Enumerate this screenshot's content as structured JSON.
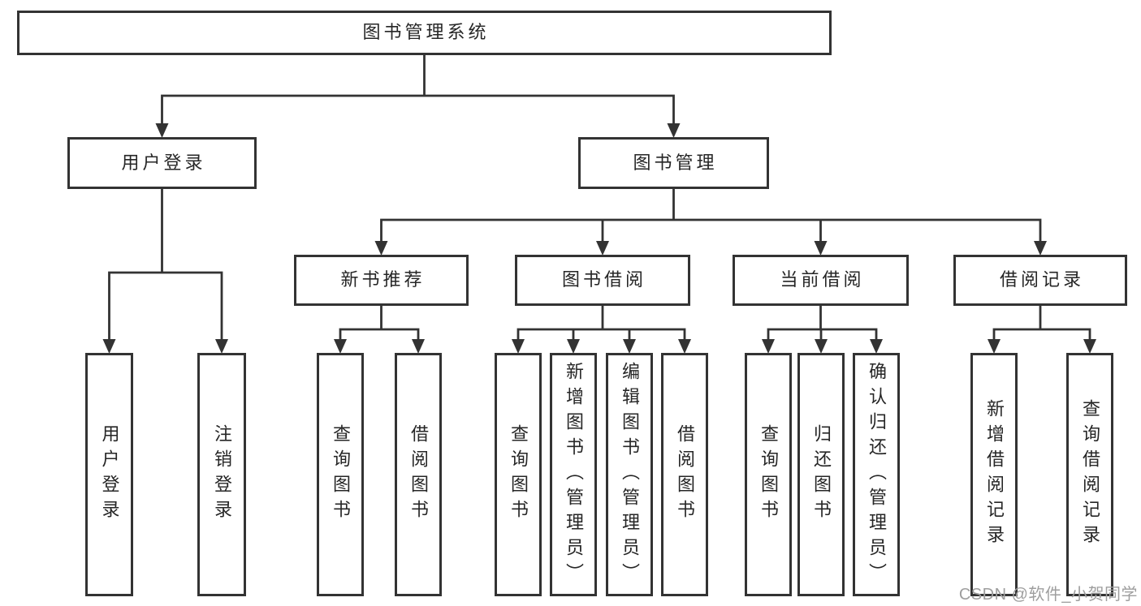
{
  "diagram": {
    "root": {
      "label": "图书管理系统"
    },
    "branches": [
      {
        "label": "用户登录",
        "children": [
          {
            "label": "用户登录"
          },
          {
            "label": "注销登录"
          }
        ]
      },
      {
        "label": "图书管理",
        "children": [
          {
            "label": "新书推荐",
            "children": [
              {
                "label": "查询图书"
              },
              {
                "label": "借阅图书"
              }
            ]
          },
          {
            "label": "图书借阅",
            "children": [
              {
                "label": "查询图书"
              },
              {
                "label": "新增图书（管理员）"
              },
              {
                "label": "编辑图书（管理员）"
              },
              {
                "label": "借阅图书"
              }
            ]
          },
          {
            "label": "当前借阅",
            "children": [
              {
                "label": "查询图书"
              },
              {
                "label": "归还图书"
              },
              {
                "label": "确认归还（管理员）"
              }
            ]
          },
          {
            "label": "借阅记录",
            "children": [
              {
                "label": "新增借阅记录"
              },
              {
                "label": "查询借阅记录"
              }
            ]
          }
        ]
      }
    ]
  },
  "watermark": {
    "text": "CSDN @软件_小贺同学"
  },
  "colors": {
    "line": "#333333",
    "text": "#262626",
    "box_background": "#ffffff",
    "page_background": "#ffffff",
    "watermark": "#9e9e9e"
  }
}
